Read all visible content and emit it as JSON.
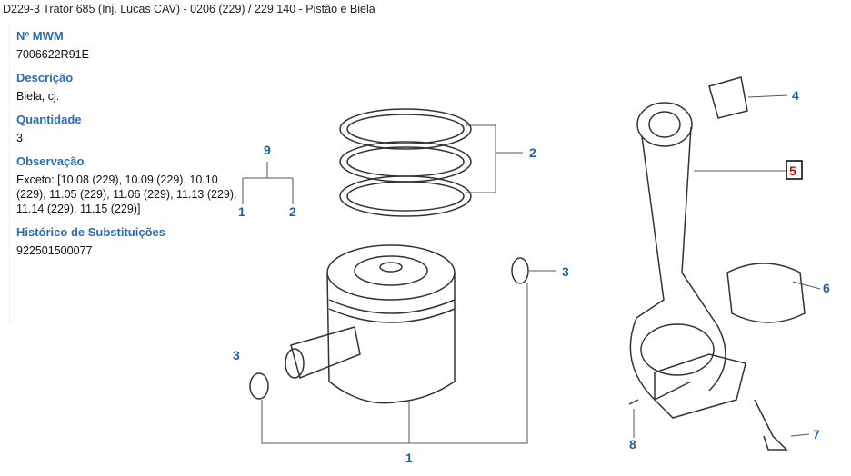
{
  "breadcrumb": "D229-3 Trator 685 (Inj. Lucas CAV) - 0206 (229)  /  229.140 - Pistão e Biela",
  "details": [
    {
      "label": "Nº MWM",
      "value": "7006622R91E"
    },
    {
      "label": "Descrição",
      "value": "Biela, cj."
    },
    {
      "label": "Quantidade",
      "value": "3"
    },
    {
      "label": "Observação",
      "value": "Exceto: [10.08 (229), 10.09 (229), 10.10 (229), 11.05 (229), 11.06 (229), 11.13 (229), 11.14 (229), 11.15 (229)]"
    },
    {
      "label": "Histórico de Substituições",
      "value": "922501500077"
    }
  ],
  "diagram": {
    "callouts": {
      "c9": "9",
      "c1a": "1",
      "c2a": "2",
      "c2": "2",
      "c3a": "3",
      "c3b": "3",
      "c1": "1",
      "c4": "4",
      "c5": "5",
      "c6": "6",
      "c7": "7",
      "c8": "8"
    },
    "highlight_color": "#e00000"
  }
}
